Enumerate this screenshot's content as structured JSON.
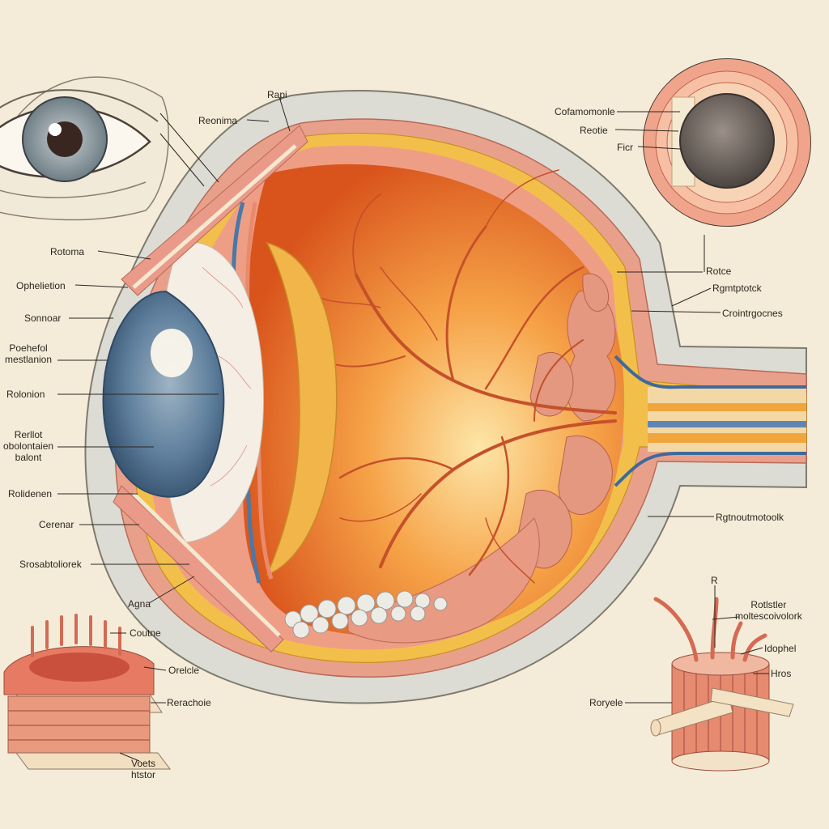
{
  "labels": {
    "top_rapi": "Rapi",
    "top_reonima": "Reonima",
    "left_1": "Rotoma",
    "left_2": "Ophelietion",
    "left_3": "Sonnoar",
    "left_4": "Poehefol\nmestlanion",
    "left_5": "Rolonion",
    "left_6": "Rerllot\nobolontaien\nbalont",
    "left_7": "Rolidenen",
    "left_8": "Cerenar",
    "left_9": "Srosabtoliorek",
    "left_10": "Agna",
    "inset_iris_1": "Cofamomonle",
    "inset_iris_2": "Reotie",
    "inset_iris_3": "Ficr",
    "right_1": "Rotce",
    "right_2": "Rgmtptotck",
    "right_3": "Crointrgocnes",
    "right_4": "Rgtnoutmotoolk",
    "tissue_1": "Coutne",
    "tissue_2": "Orelcle",
    "tissue_3": "Rerachoie",
    "tissue_4": "Voets\nhtstor",
    "muscle_1": "R",
    "muscle_2": "Rotlstler\nmoltescoivolork",
    "muscle_3": "Idophel",
    "muscle_4": "Hros",
    "muscle_5": "Roryele"
  },
  "colors": {
    "background": "#f4ecd8",
    "vitreous": "#e8742c",
    "sclera_outer": "#d8d6cc",
    "choroid": "#e9a08a",
    "retina_yellow": "#f2c04a",
    "iris_blue": "#4c6e8e",
    "nerve_layers": "#f0a63c",
    "vessel": "#c5512a"
  }
}
